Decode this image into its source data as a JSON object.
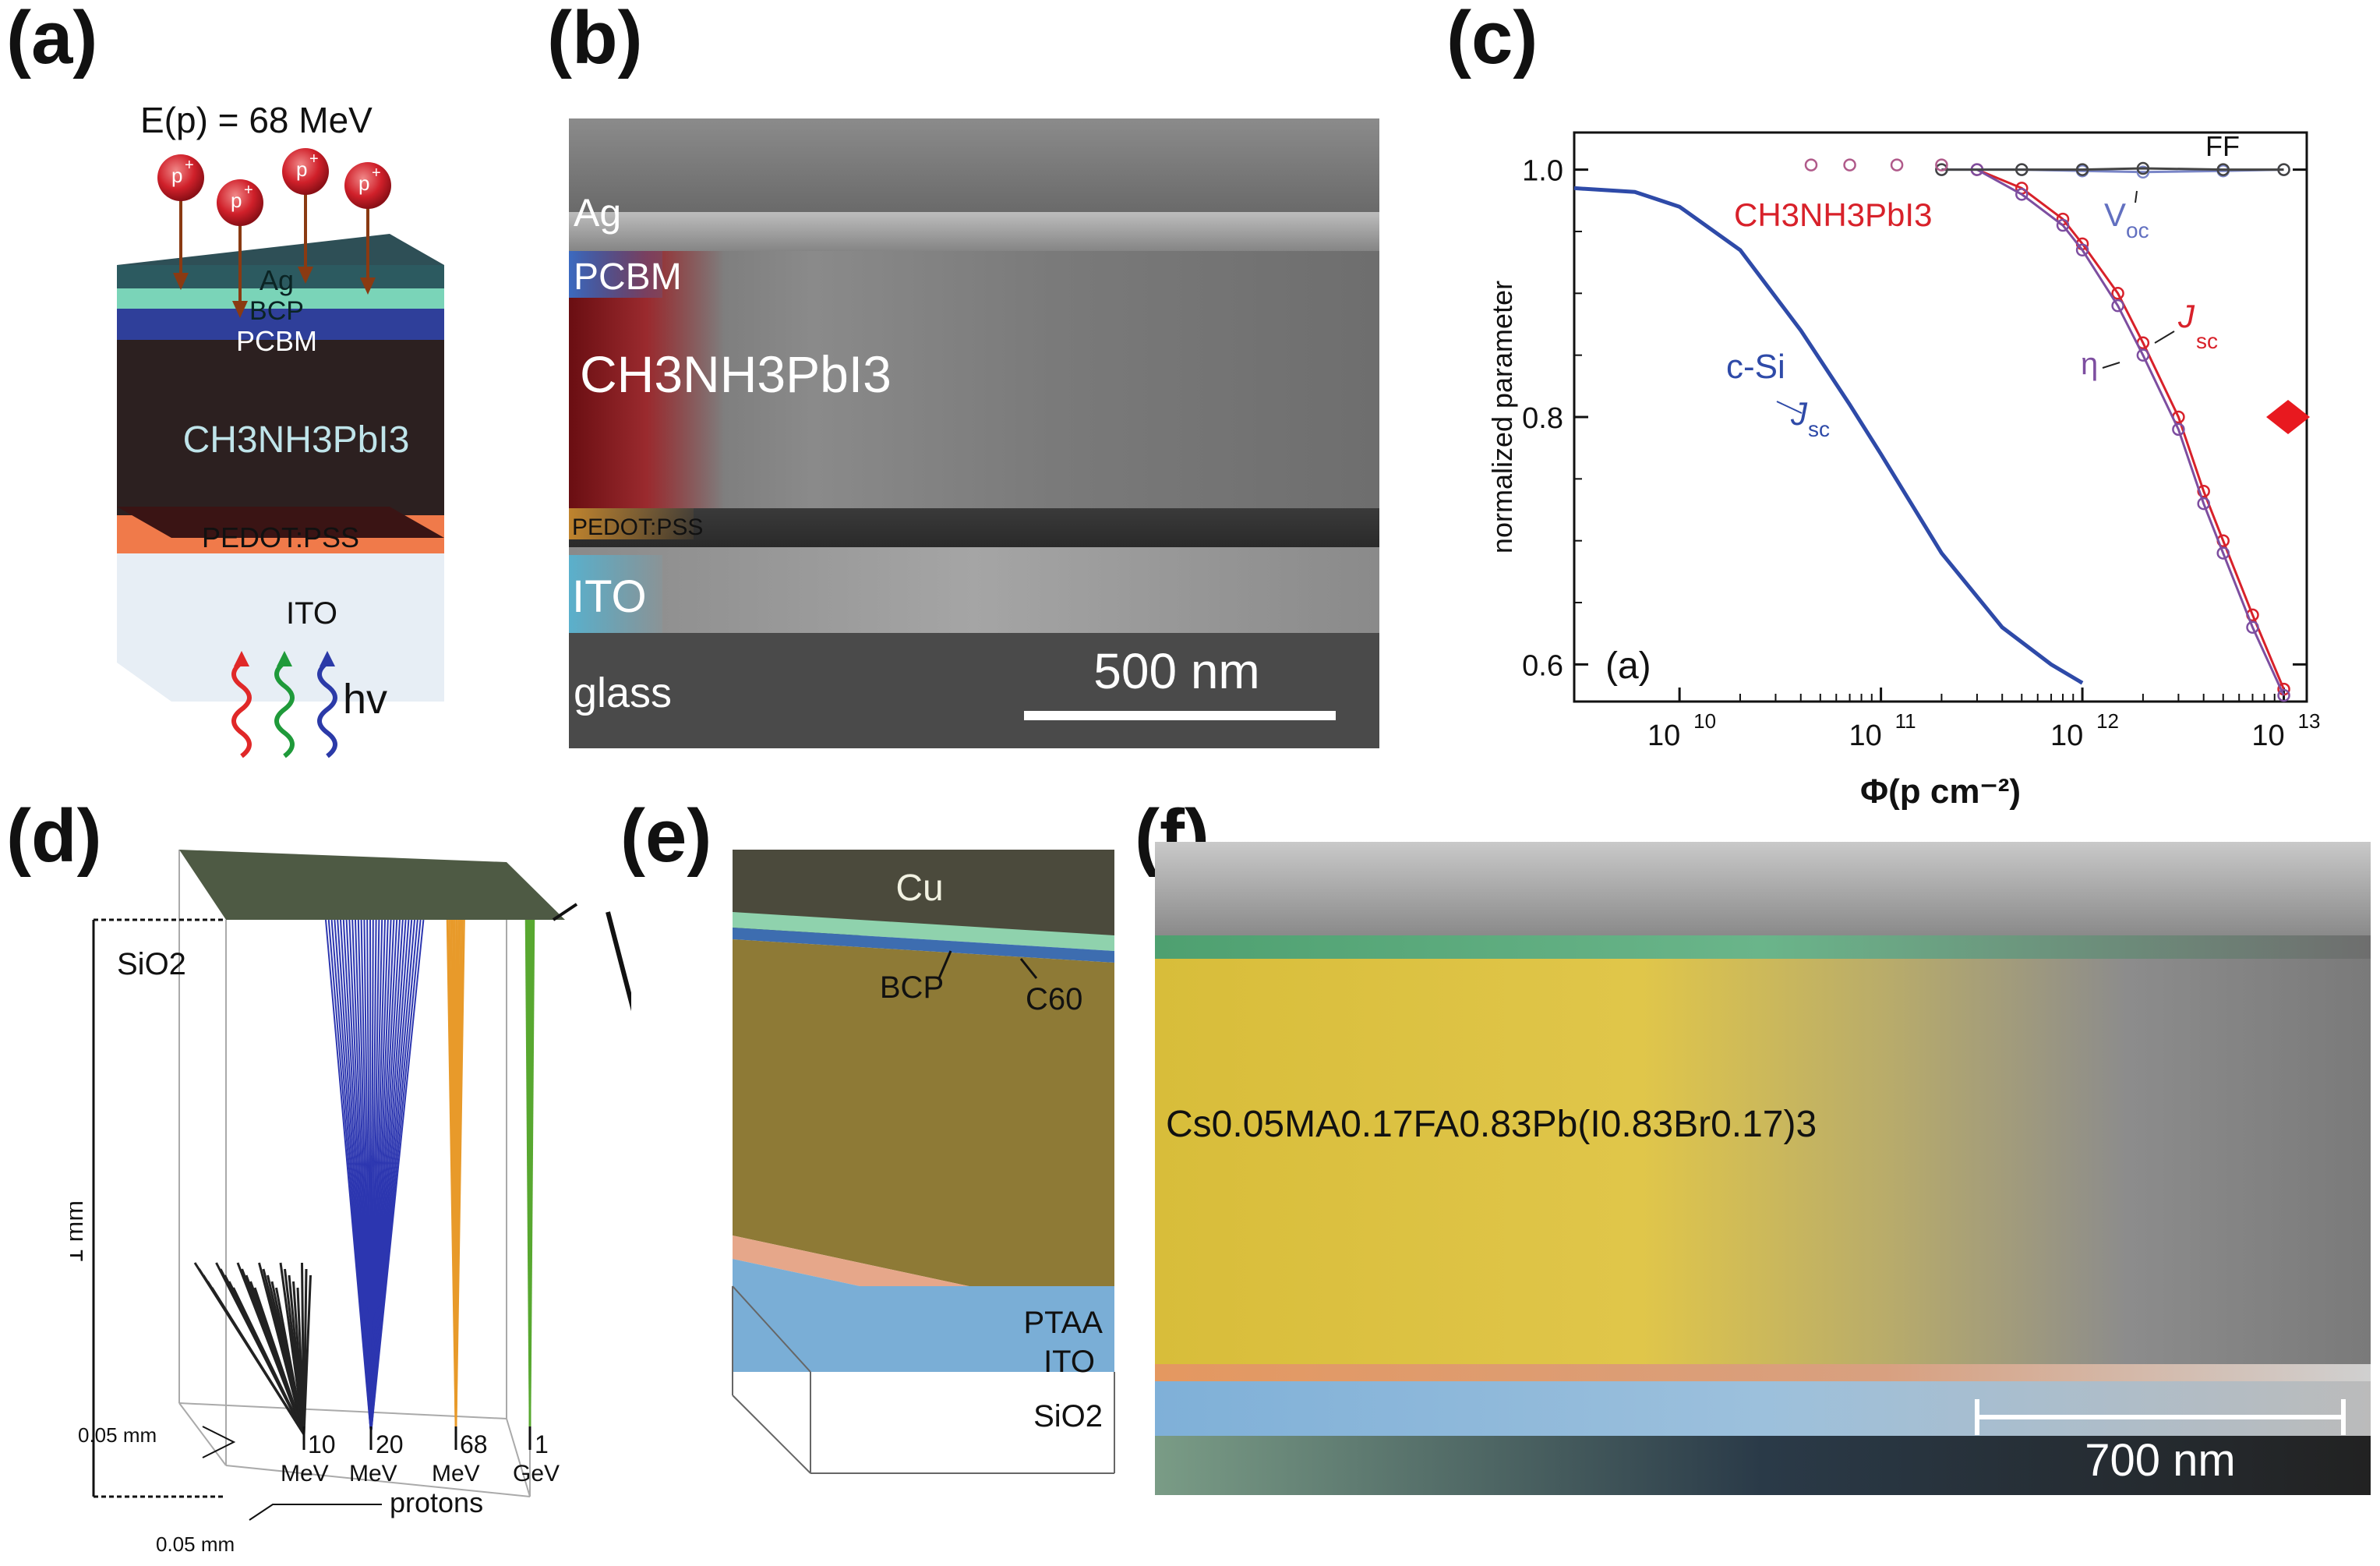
{
  "labels": {
    "a": "(a)",
    "b": "(b)",
    "c": "(c)",
    "d": "(d)",
    "e": "(e)",
    "f": "(f)"
  },
  "panel_a": {
    "energy": "E(p) = 68 MeV",
    "proton": "p",
    "proton_sup": "+",
    "layers": {
      "ag": "Ag",
      "bcp": "BCP",
      "pcbm": "PCBM",
      "perov": "CH3NH3PbI3",
      "pedot": "PEDOT:PSS",
      "ito": "ITO"
    },
    "hv": "hv"
  },
  "panel_b": {
    "layers": {
      "ag": "Ag",
      "pcbm": "PCBM",
      "perov": "CH3NH3PbI3",
      "pedot": "PEDOT:PSS",
      "ito": "ITO",
      "glass": "glass"
    },
    "scale": "500 nm"
  },
  "chart_data": {
    "type": "line",
    "title": "",
    "xlabel": "Φ(p cm⁻²)",
    "ylabel": "normalized parameter",
    "xscale": "log",
    "xlim": [
      3000000000.0,
      13000000000000.0
    ],
    "ylim": [
      0.57,
      1.03
    ],
    "xticks": [
      "10^10",
      "10^11",
      "10^12",
      "10^13"
    ],
    "yticks": [
      0.6,
      0.8,
      1.0
    ],
    "inner_label": "(a)",
    "series": [
      {
        "name": "c-Si Jsc",
        "color": "#2e4aa8",
        "x": [
          3000000000.0,
          6000000000.0,
          10000000000.0,
          20000000000.0,
          40000000000.0,
          70000000000.0,
          100000000000.0,
          200000000000.0,
          400000000000.0,
          700000000000.0,
          1000000000000.0
        ],
        "y": [
          0.985,
          0.982,
          0.97,
          0.935,
          0.87,
          0.81,
          0.77,
          0.69,
          0.63,
          0.6,
          0.585
        ]
      },
      {
        "name": "CH3NH3PbI3 Jsc",
        "color": "#d8212a",
        "x": [
          300000000000.0,
          500000000000.0,
          800000000000.0,
          1000000000000.0,
          1500000000000.0,
          2000000000000.0,
          3000000000000.0,
          4000000000000.0,
          5000000000000.0,
          7000000000000.0,
          10000000000000.0
        ],
        "y": [
          1.0,
          0.985,
          0.96,
          0.94,
          0.9,
          0.86,
          0.8,
          0.74,
          0.7,
          0.64,
          0.58
        ]
      },
      {
        "name": "η",
        "color": "#7d4ea0",
        "x": [
          300000000000.0,
          500000000000.0,
          800000000000.0,
          1000000000000.0,
          1500000000000.0,
          2000000000000.0,
          3000000000000.0,
          4000000000000.0,
          5000000000000.0,
          7000000000000.0,
          10000000000000.0
        ],
        "y": [
          1.0,
          0.98,
          0.955,
          0.935,
          0.89,
          0.85,
          0.79,
          0.73,
          0.69,
          0.63,
          0.575
        ]
      },
      {
        "name": "Voc",
        "color": "#7a86c8",
        "x": [
          200000000000.0,
          500000000000.0,
          1000000000000.0,
          2000000000000.0,
          5000000000000.0,
          10000000000000.0
        ],
        "y": [
          1.0,
          1.0,
          0.999,
          0.998,
          0.999,
          1.0
        ]
      },
      {
        "name": "FF",
        "color": "#444444",
        "x": [
          200000000000.0,
          500000000000.0,
          1000000000000.0,
          2000000000000.0,
          5000000000000.0,
          10000000000000.0
        ],
        "y": [
          1.0,
          1.0,
          1.0,
          1.001,
          1.0,
          1.0
        ]
      }
    ],
    "sparse_points": {
      "x": [
        45000000000.0,
        70000000000.0,
        120000000000.0,
        200000000000.0
      ],
      "y": [
        1.0,
        1.0,
        1.0,
        1.0
      ],
      "color": "#b05a8a"
    },
    "marker": {
      "x": 10500000000000.0,
      "y": 0.8,
      "color": "#e8191f"
    },
    "annotations": {
      "cSi": "c-Si",
      "jsc1": "J",
      "jsc1_sub": "sc",
      "perov": "CH3NH3PbI3",
      "jsc2": "J",
      "jsc2_sub": "sc",
      "eta": "η",
      "voc": "V",
      "voc_sub": "oc",
      "ff": "FF"
    }
  },
  "panel_d": {
    "sio2": "SiO2",
    "depth": "1 mm",
    "w1": "0.05 mm",
    "w2": "0.05 mm",
    "energies": [
      {
        "num": "10",
        "unit": "MeV"
      },
      {
        "num": "20",
        "unit": "MeV"
      },
      {
        "num": "68",
        "unit": "MeV"
      },
      {
        "num": "1",
        "unit": "GeV"
      }
    ],
    "protons": "protons"
  },
  "panel_e": {
    "layers": {
      "cu": "Cu",
      "bcp": "BCP",
      "c60": "C60",
      "ptaa": "PTAA",
      "ito": "ITO",
      "sio2": "SiO2"
    }
  },
  "panel_f": {
    "formula": "Cs0.05MA0.17FA0.83Pb(I0.83Br0.17)3",
    "scale": "700 nm"
  }
}
